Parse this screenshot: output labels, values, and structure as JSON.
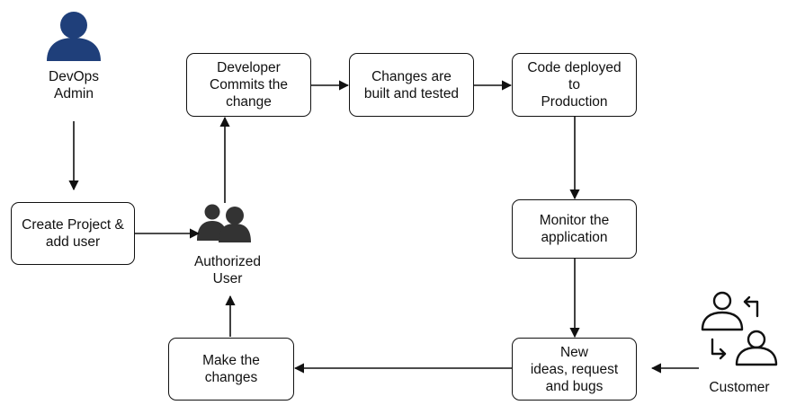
{
  "actors": {
    "devops_admin": "DevOps\nAdmin",
    "authorized_user": "Authorized\nUser",
    "customer": "Customer"
  },
  "boxes": {
    "create_project": "Create Project &\nadd user",
    "developer_commits": "Developer\nCommits the\nchange",
    "built_tested": "Changes are\nbuilt and tested",
    "code_deployed": "Code deployed\nto\nProduction",
    "monitor_app": "Monitor the\napplication",
    "new_ideas": "New\nideas, request\nand bugs",
    "make_changes": "Make the\nchanges"
  },
  "colors": {
    "admin_icon": "#1f3f7a",
    "ink": "#111111"
  },
  "icons": {
    "admin": "user-icon",
    "authorized_user": "user-group-icon",
    "customer": "user-exchange-icon"
  }
}
